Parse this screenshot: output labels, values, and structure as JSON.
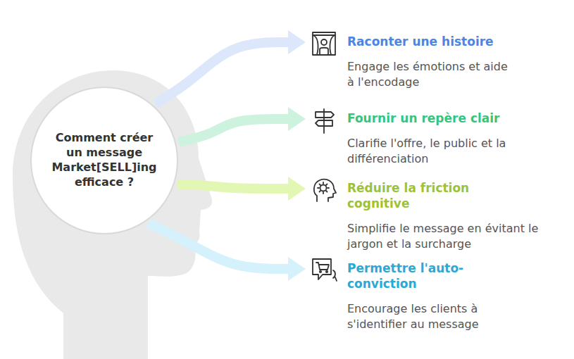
{
  "diagram": {
    "nodes": [
      {
        "text": [
          "Comment créer un message Market[SELL]ing efficace ?"
        ]
      },
      {
        "text": [
          "Raconter une histoire",
          "Engage les émotions et aide à l'encodage"
        ]
      },
      {
        "text": [
          "Fournir un repère clair",
          "Clarifie l'offre, le public et la différenciation"
        ]
      },
      {
        "text": [
          "Réduire la friction cognitive",
          "Simplifie le message en évitant le jargon et la surcharge"
        ]
      },
      {
        "text": [
          "Permettre l'auto-conviction",
          "Encourage les clients à s'identifier au message"
        ]
      }
    ],
    "edges": [
      {
        "from": 0,
        "to": 1,
        "arrow": "to"
      },
      {
        "from": 0,
        "to": 2,
        "arrow": "to"
      },
      {
        "from": 0,
        "to": 3,
        "arrow": "to"
      },
      {
        "from": 0,
        "to": 4,
        "arrow": "to"
      }
    ]
  }
}
